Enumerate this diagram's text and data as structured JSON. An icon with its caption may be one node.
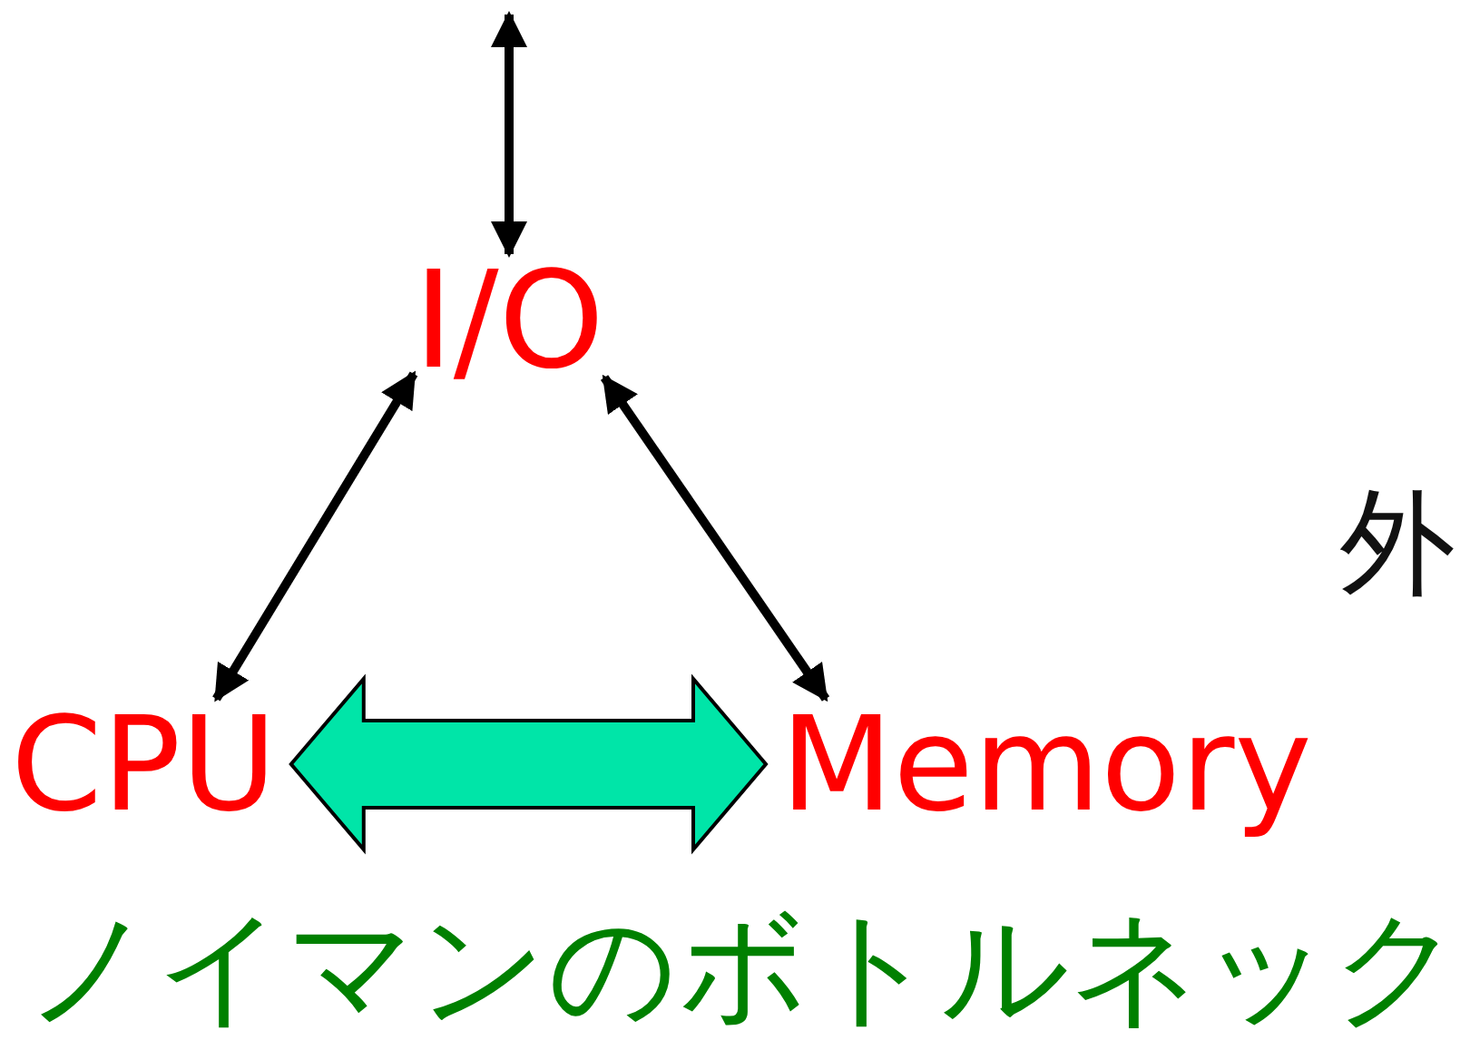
{
  "diagram": {
    "nodes": [
      {
        "text": [
          "I/O"
        ]
      },
      {
        "text": [
          "CPU"
        ]
      },
      {
        "text": [
          "Memory"
        ]
      }
    ],
    "edges": [
      {
        "from": null,
        "to": 0,
        "arrow": "both"
      },
      {
        "from": 1,
        "to": 0,
        "arrow": "both"
      },
      {
        "from": 0,
        "to": 2,
        "arrow": "both"
      },
      {
        "from": 1,
        "to": 2,
        "arrow": "both",
        "style": "thick",
        "color": "#00e5a8"
      }
    ],
    "labels": [
      "外",
      "ノイマンのボトルネック"
    ]
  }
}
